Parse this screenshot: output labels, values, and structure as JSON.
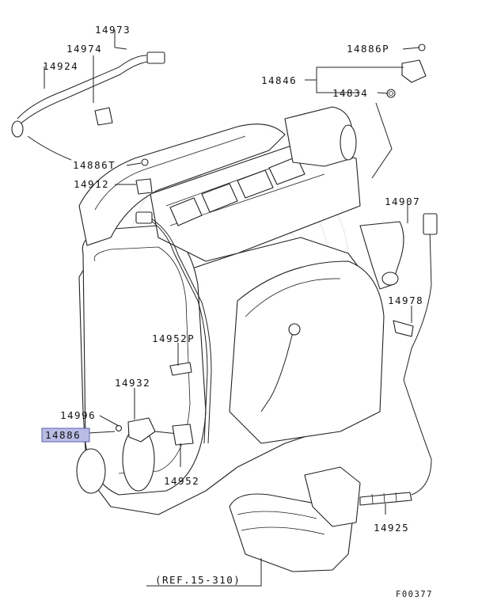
{
  "diagram": {
    "labels": {
      "p14973": "14973",
      "p14974": "14974",
      "p14924": "14924",
      "p14886P": "14886P",
      "p14846": "14846",
      "p14834": "14834",
      "p14886T": "14886T",
      "p14912": "14912",
      "p14907": "14907",
      "p14978": "14978",
      "p14952P": "14952P",
      "p14932": "14932",
      "p14996": "14996",
      "p14886": "14886",
      "p14952": "14952",
      "p14925": "14925",
      "ref": "(REF.15-310)",
      "figure_id": "F00377"
    },
    "highlighted_part": "14886",
    "colors": {
      "highlight_fill": "#b9bde6",
      "line": "#222222",
      "watermark": "#e8e8e8"
    }
  }
}
